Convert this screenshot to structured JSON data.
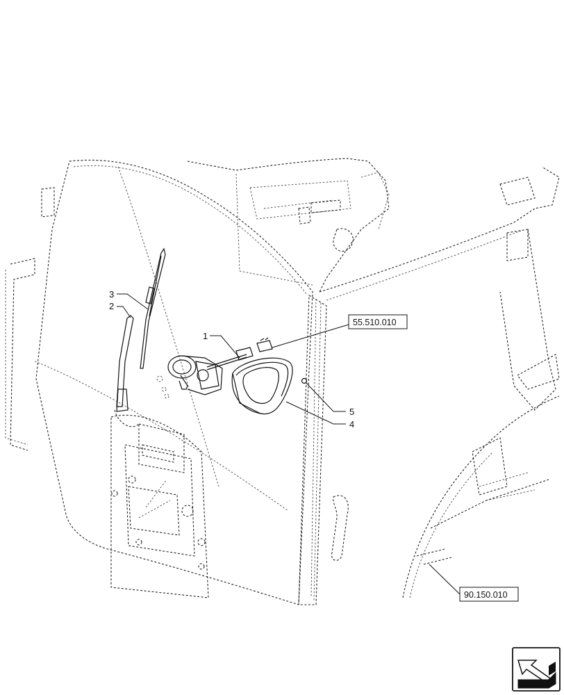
{
  "callouts": {
    "c1": "1",
    "c2": "2",
    "c3": "3",
    "c4": "4",
    "c5": "5"
  },
  "references": {
    "ref_top": "55.510.010",
    "ref_bottom": "90.150.010"
  },
  "icons": {
    "corner": "navigation-arrow-icon"
  }
}
